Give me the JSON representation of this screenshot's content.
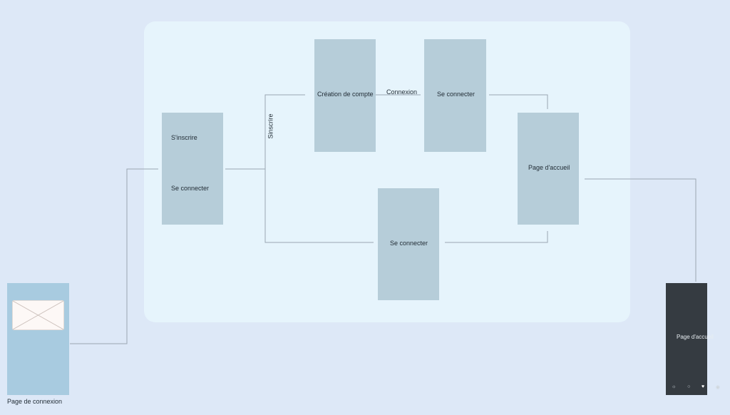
{
  "frames": {
    "menu": {
      "signup": "S'inscrire",
      "login": "Se connecter"
    },
    "creation": "Création de compte",
    "login_top": "Se connecter",
    "home": "Page d'accueil",
    "login_bottom": "Se connecter",
    "login_page": "Page de connexion",
    "home_final": "Page d'accueil"
  },
  "edges": {
    "signup": "Sinscrire",
    "connexion": "Connexion"
  },
  "nav_icons": [
    "sun-icon",
    "search-icon",
    "heart-icon",
    "profile-icon"
  ],
  "colors": {
    "background": "#dde8f7",
    "container": "#e6f4fc",
    "frame": "#b6cdd9",
    "login_frame": "#a8cbe0",
    "dark_frame": "#353b41"
  }
}
